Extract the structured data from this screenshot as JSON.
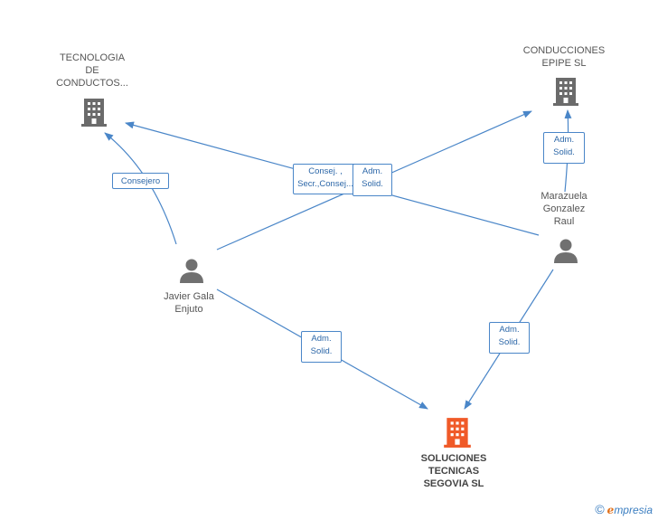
{
  "colors": {
    "edge": "#4a86c8",
    "building": "#6b6b6b",
    "building_main": "#f05a28",
    "person": "#707070"
  },
  "nodes": {
    "tecnologia": {
      "lines": [
        "TECNOLOGIA",
        "DE",
        "CONDUCTOS..."
      ],
      "icon": "building-icon"
    },
    "conducciones": {
      "lines": [
        "CONDUCCIONES",
        "EPIPE SL"
      ],
      "icon": "building-icon"
    },
    "marazuela": {
      "lines": [
        "Marazuela",
        "Gonzalez",
        "Raul"
      ],
      "icon": "person-icon"
    },
    "javier": {
      "lines": [
        "Javier Gala",
        "Enjuto"
      ],
      "icon": "person-icon"
    },
    "soluciones": {
      "lines": [
        "SOLUCIONES",
        "TECNICAS",
        "SEGOVIA SL"
      ],
      "icon": "building-icon"
    }
  },
  "edges": {
    "consejero": {
      "lines": [
        "Consejero"
      ]
    },
    "consej_secr": {
      "lines": [
        "Consej. ,",
        "Secr.,Consej..."
      ]
    },
    "adm_center": {
      "lines": [
        "Adm.",
        "Solid."
      ]
    },
    "adm_conducciones": {
      "lines": [
        "Adm.",
        "Solid."
      ]
    },
    "adm_javier": {
      "lines": [
        "Adm.",
        "Solid."
      ]
    },
    "adm_marazuela": {
      "lines": [
        "Adm.",
        "Solid."
      ]
    }
  },
  "brand": {
    "copyright": "©",
    "e": "e",
    "rest": "mpresia"
  }
}
